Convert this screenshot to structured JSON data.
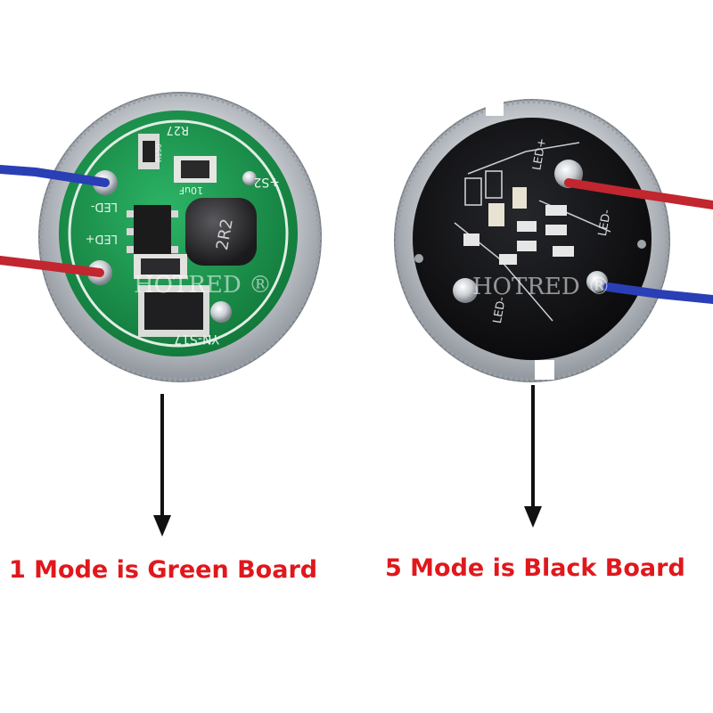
{
  "colors": {
    "caption": "#e0181c",
    "green_pcb": "#1f9c52",
    "black_pcb": "#141416",
    "metal_ring": "#c9ccd0",
    "wire_blue": "#2a3fb5",
    "wire_red": "#c2262e",
    "arrow": "#111111"
  },
  "watermark": "HOTRED ®",
  "green_board": {
    "silkscreen": {
      "top_label": "R27",
      "left_minus": "LED-",
      "left_plus": "LED+",
      "right_label": "+S2",
      "inductor": "2R2",
      "cap_label": "10uF",
      "bottom_label": "YN-S17",
      "small_chip": "R150"
    }
  },
  "black_board": {
    "silkscreen": {
      "top_label": "LED+",
      "right_label": "LED-",
      "bottom_label": "LED-"
    }
  },
  "captions": {
    "left": "1 Mode is Green Board",
    "right": "5 Mode is Black Board"
  }
}
